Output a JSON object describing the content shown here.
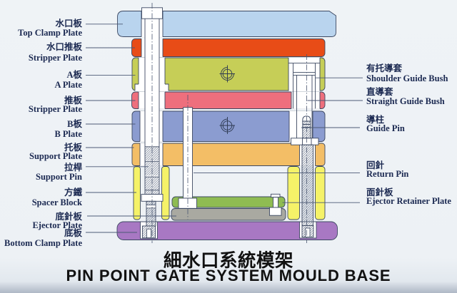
{
  "title": {
    "zh": "細水口系統模架",
    "en": "PIN POINT GATE SYSTEM MOULD BASE"
  },
  "labels_left": [
    {
      "zh": "水口板",
      "en": "Top Clamp Plate"
    },
    {
      "zh": "水口推板",
      "en": "Stripper Plate"
    },
    {
      "zh": "A板",
      "en": "A Plate"
    },
    {
      "zh": "推板",
      "en": "Stripper Plate"
    },
    {
      "zh": "B板",
      "en": "B Plate"
    },
    {
      "zh": "托板",
      "en": "Support Plate"
    },
    {
      "zh": "拉桿",
      "en": "Support Pin"
    },
    {
      "zh": "方鐵",
      "en": "Spacer Block"
    },
    {
      "zh": "底針板",
      "en": "Ejector Plate"
    },
    {
      "zh": "底板",
      "en": "Bottom Clamp Plate"
    }
  ],
  "labels_right": [
    {
      "zh": "有托導套",
      "en": "Shoulder Guide Bush"
    },
    {
      "zh": "直導套",
      "en": "Straight Guide Bush"
    },
    {
      "zh": "導柱",
      "en": "Guide Pin"
    },
    {
      "zh": "回針",
      "en": "Return Pin"
    },
    {
      "zh": "面針板",
      "en": "Ejector Retainer Plate"
    }
  ],
  "colors": {
    "top_clamp": "#b9d4ee",
    "stripper_top": "#e84c17",
    "a_plate": "#c6ce57",
    "stripper": "#ee6f7d",
    "b_plate": "#8b9cd0",
    "support_plate": "#f3be66",
    "spacer_block": "#f5f268",
    "ejector_retainer": "#8fbc52",
    "ejector_plate": "#a9a9a1",
    "bottom_clamp": "#a878c3",
    "outline": "#3d4962",
    "label_text": "#1c2a52",
    "title_text": "#111111"
  }
}
